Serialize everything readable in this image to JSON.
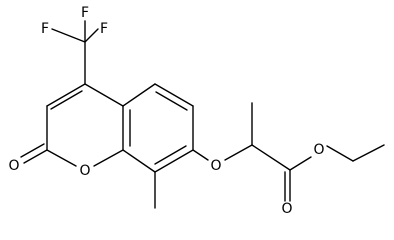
{
  "atoms": {
    "f1": "F",
    "f2": "F",
    "f3": "F",
    "ring_o": "O",
    "carbonyl_o": "O",
    "ether_o": "O",
    "ester_o": "O",
    "ester_carbonyl_o": "O"
  },
  "colors": {
    "bond": "#000000",
    "label": "#000000",
    "background": "#ffffff"
  }
}
